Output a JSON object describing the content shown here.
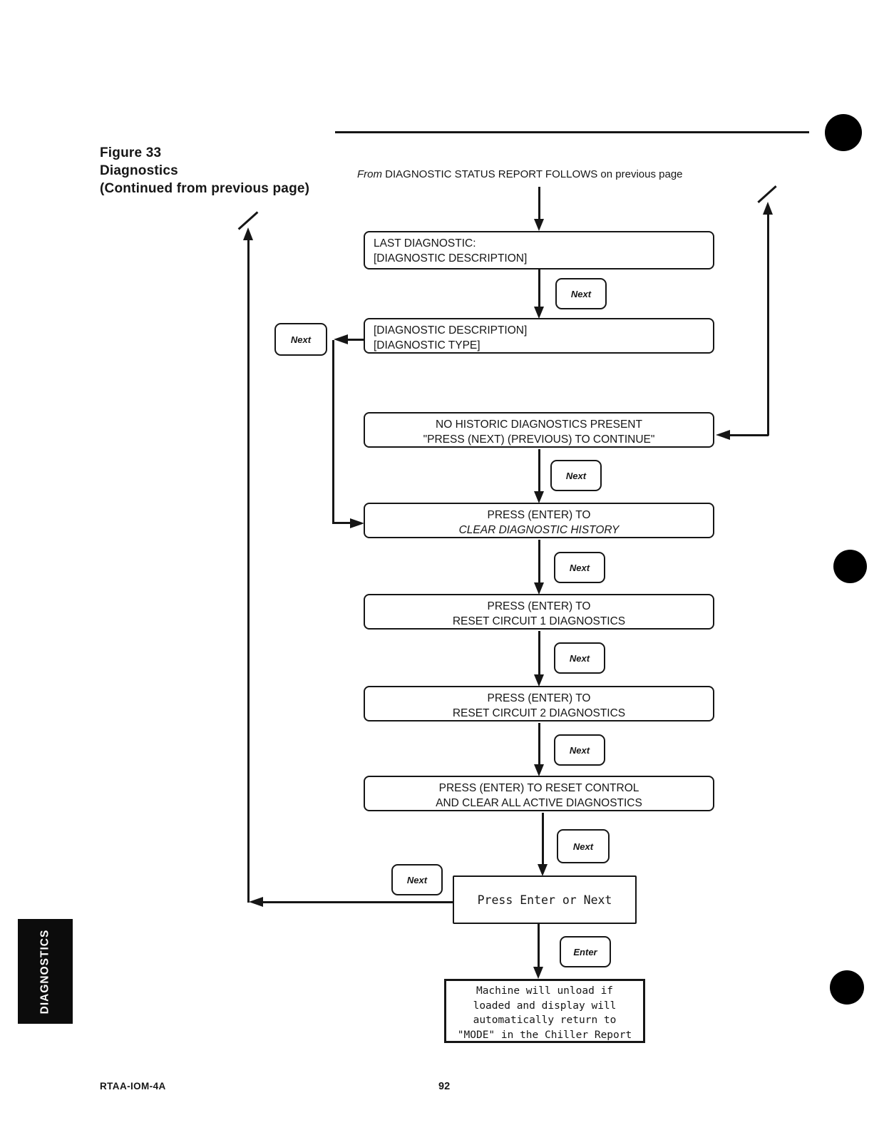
{
  "figure": {
    "label": "Figure 33",
    "title": "Diagnostics",
    "subtitle": "(Continued from previous page)"
  },
  "intro": {
    "from_word": "From",
    "text": "DIAGNOSTIC STATUS REPORT FOLLOWS on previous page"
  },
  "flowchart": {
    "last_diagnostic": {
      "line1": "LAST DIAGNOSTIC:",
      "line2": "[DIAGNOSTIC DESCRIPTION]"
    },
    "diagnostic_description": {
      "line1": "[DIAGNOSTIC DESCRIPTION]",
      "line2": "[DIAGNOSTIC TYPE]"
    },
    "no_historic": {
      "line1": "NO HISTORIC DIAGNOSTICS PRESENT",
      "line2": "\"PRESS (NEXT) (PREVIOUS) TO CONTINUE\""
    },
    "clear_history": {
      "line1": "PRESS (ENTER) TO",
      "line2": "CLEAR DIAGNOSTIC HISTORY"
    },
    "reset_circuit_1": {
      "line1": "PRESS (ENTER) TO",
      "line2": "RESET CIRCUIT 1 DIAGNOSTICS"
    },
    "reset_circuit_2": {
      "line1": "PRESS (ENTER) TO",
      "line2": "RESET CIRCUIT 2 DIAGNOSTICS"
    },
    "reset_control": {
      "line1": "PRESS (ENTER) TO RESET CONTROL",
      "line2": "AND CLEAR ALL ACTIVE DIAGNOSTICS"
    },
    "press_enter_or_next": {
      "line1": "Press Enter or Next"
    },
    "machine_unload": {
      "line1": "Machine will unload if",
      "line2": "loaded and display will",
      "line3": "automatically return to",
      "line4": "\"MODE\" in the Chiller Report"
    },
    "key_next_label": "Next",
    "key_enter_label": "Enter"
  },
  "sidebar_tab": {
    "label": "DIAGNOSTICS"
  },
  "footer": {
    "document_code": "RTAA-IOM-4A",
    "page_number": "92"
  },
  "colors": {
    "ink": "#161616",
    "paper": "#ffffff",
    "tab_bg": "#0c0c0c",
    "tab_text": "#ffffff"
  }
}
